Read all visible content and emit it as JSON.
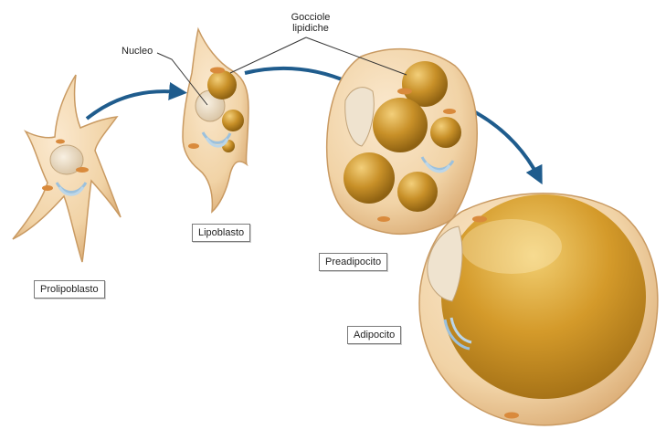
{
  "stages": [
    {
      "name": "prolipoblast",
      "label": "Prolipoblasto"
    },
    {
      "name": "lipoblast",
      "label": "Lipoblasto"
    },
    {
      "name": "preadipocyte",
      "label": "Preadipocito"
    },
    {
      "name": "adipocyte",
      "label": "Adipocito"
    }
  ],
  "callouts": {
    "nucleus": "Nucleo",
    "lipid_droplets_line1": "Gocciole",
    "lipid_droplets_line2": "lipidiche"
  },
  "colors": {
    "cell_body": "#f1d3a6",
    "cell_outline": "#c99a62",
    "lipid": "#c89028",
    "lipid_dark": "#8f6212",
    "nucleus": "#efe3cf",
    "golgi": "#bcd6e8",
    "mitochondria": "#d98a3c",
    "arrow": "#1f5c8d"
  },
  "icons": [
    "arrow-icon",
    "golgi-icon",
    "mitochondrion-icon"
  ]
}
